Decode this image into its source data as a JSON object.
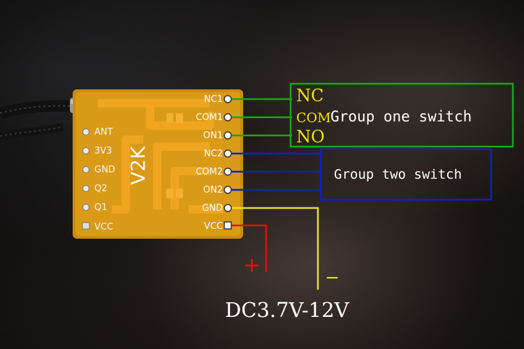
{
  "module": {
    "name": "V2K",
    "left_pins": [
      "ANT",
      "3V3",
      "GND",
      "Q2",
      "Q1",
      "VCC"
    ],
    "right_pins": [
      "NC1",
      "COM1",
      "ON1",
      "NC2",
      "COM2",
      "ON2",
      "GND",
      "VCC"
    ]
  },
  "group_one": {
    "title": "Group one switch",
    "nc": "NC",
    "com": "COM",
    "no": "NO",
    "color": "#1aa61a"
  },
  "group_two": {
    "title": "Group two switch",
    "color": "#0a22c8"
  },
  "power": {
    "plus": "+",
    "minus": "_",
    "label": "DC3.7V-12V",
    "plus_color": "#e01010",
    "minus_color": "#e8e030"
  }
}
